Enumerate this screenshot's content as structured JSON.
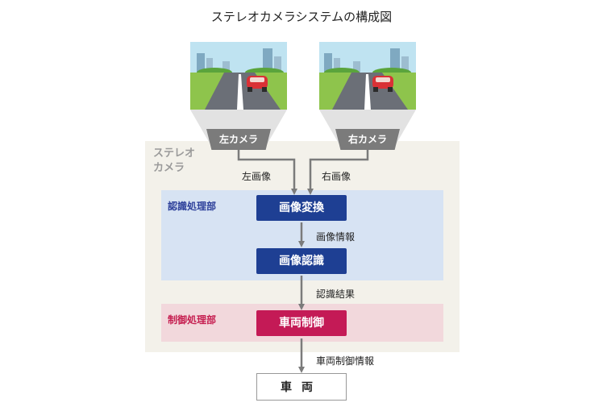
{
  "title": "ステレオカメラシステムの構成図",
  "stereo_label_line1": "ステレオ",
  "stereo_label_line2": "カメラ",
  "cameras": {
    "left_label": "左カメラ",
    "right_label": "右カメラ"
  },
  "image_labels": {
    "left": "左画像",
    "right": "右画像"
  },
  "recognition_section": "認識処理部",
  "control_section": "制御処理部",
  "blocks": {
    "image_transform": "画像変換",
    "image_recognition": "画像認識",
    "vehicle_control": "車両制御"
  },
  "flow_labels": {
    "image_info": "画像情報",
    "recognition_result": "認識結果",
    "vehicle_control_info": "車両制御情報"
  },
  "vehicle": "車両",
  "colors": {
    "blue_block": "#1e3f93",
    "red_block": "#c41a56",
    "recog_bg": "#d7e3f3",
    "ctrl_bg": "#f2d8dc",
    "stereo_bg": "#f3f1ea",
    "camera_label": "#7b7b7b"
  }
}
